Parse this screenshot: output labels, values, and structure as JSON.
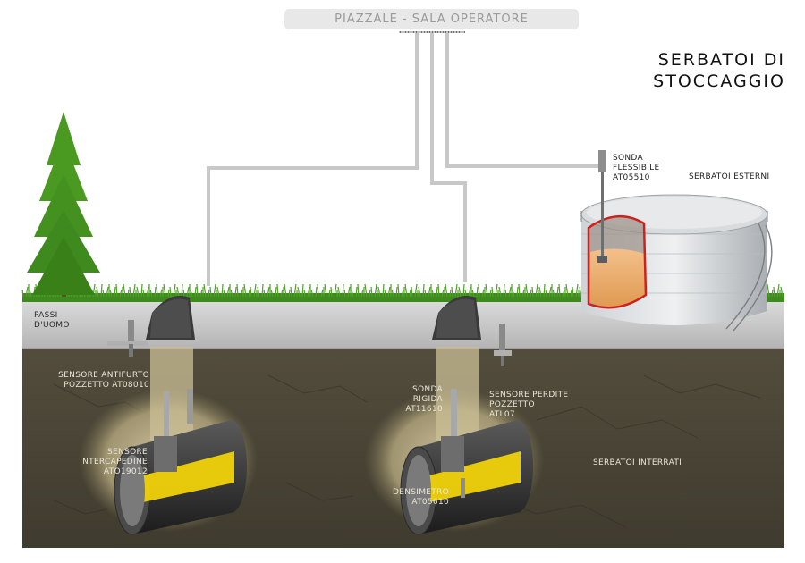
{
  "header": {
    "label": "PIAZZALE - SALA OPERATORE"
  },
  "title": {
    "line1": "SERBATOI DI",
    "line2": "STOCCAGGIO"
  },
  "labels": {
    "passi_uomo": "PASSI\nD'UOMO",
    "serbatoi_esterni": "SERBATOI ESTERNI",
    "serbatoi_interrati": "SERBATOI INTERRATI",
    "sonda_flessibile": "SONDA\nFLESSIBILE\nAT05510",
    "sensore_antifurto": "SENSORE ANTIFURTO\nPOZZETTO AT08010",
    "sensore_intercapedine": "SENSORE\nINTERCAPEDINE\nATO19012",
    "sonda_rigida": "SONDA\nRIGIDA\nAT11610",
    "sensore_perdite": "SENSORE PERDITE\nPOZZETTO\nATL07",
    "densimetro": "DENSIMETRO\nAT05610"
  },
  "colors": {
    "cable": "#c8c8c8",
    "soil": "#4a4535",
    "grass": "#3f8a1e",
    "concrete": "#c9c9c9",
    "fuel": "#f0d20a",
    "tank_outline": "#d0201c"
  }
}
